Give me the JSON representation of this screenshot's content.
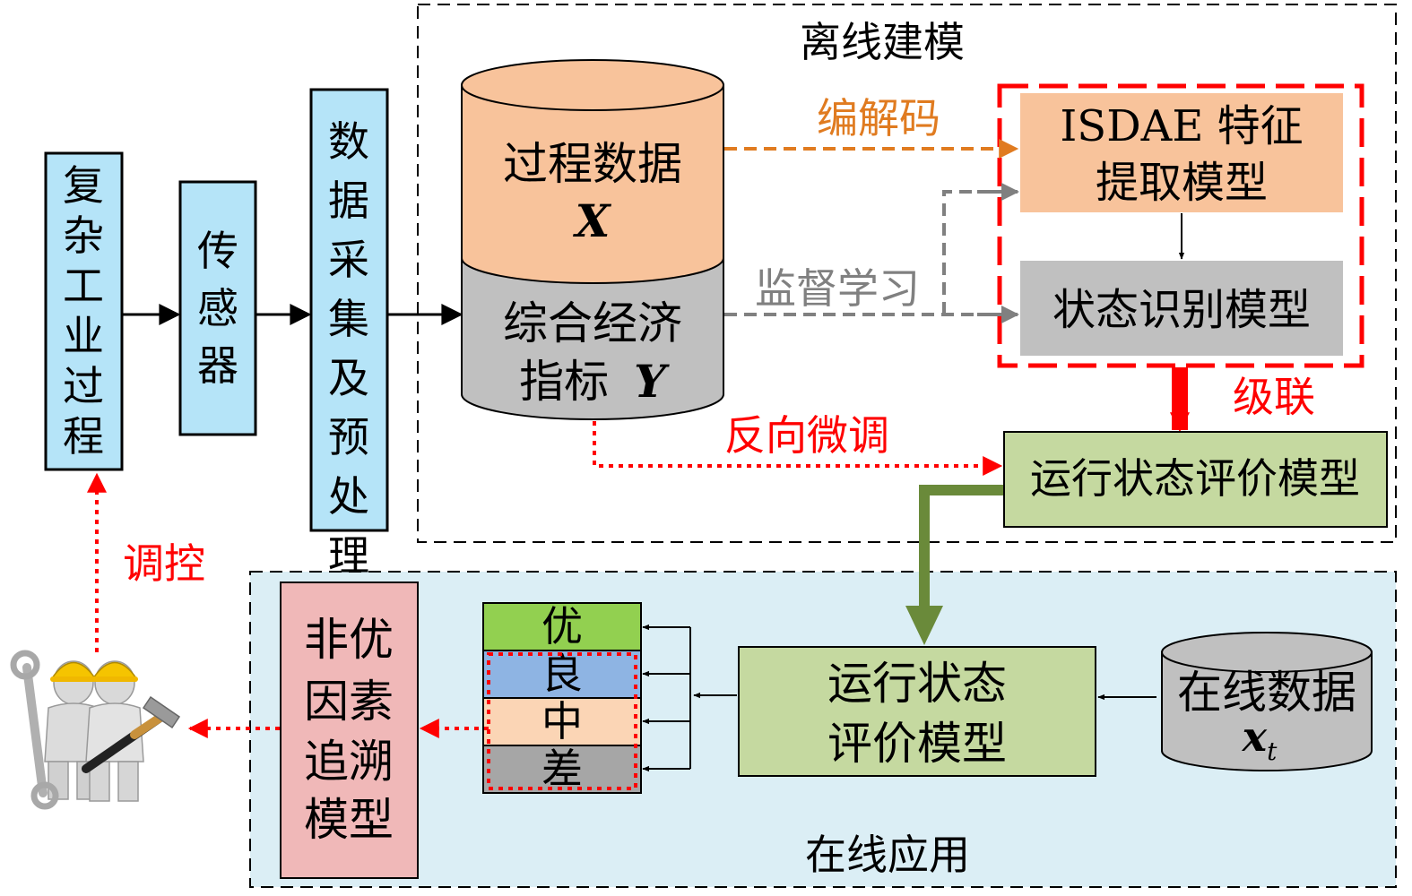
{
  "regions": {
    "offline": "离线建模",
    "online": "在线应用"
  },
  "process_chain": {
    "industrial_process": "复杂工业过程",
    "sensor": "传感器",
    "data_acquisition": "数据采集及预处理"
  },
  "database": {
    "process_data": "过程数据",
    "process_symbol": "X",
    "indicator": "综合经济",
    "indicator_2": "指标",
    "indicator_symbol": "Y"
  },
  "models": {
    "isdae_line1": "ISDAE 特征",
    "isdae_line2": "提取模型",
    "state_recognition": "状态识别模型",
    "evaluation": "运行状态评价模型",
    "online_eval_line1": "运行状态",
    "online_eval_line2": "评价模型",
    "traceback": [
      "非优",
      "因素",
      "追溯",
      "模型"
    ]
  },
  "online_data": {
    "label": "在线数据",
    "symbol": "x",
    "subscript": "t"
  },
  "grades": [
    "优",
    "良",
    "中",
    "差"
  ],
  "arrows": {
    "encode_decode": "编解码",
    "supervised": "监督学习",
    "cascade": "级联",
    "finetune": "反向微调",
    "control": "调控"
  },
  "colors": {
    "blue_box": "#b5e4f8",
    "orange_fill": "#f8c39b",
    "gray_fill": "#c0c0c0",
    "green_fill": "#c5d9a0",
    "pink_fill": "#f0b8b8",
    "online_bg": "#dbeef5",
    "excellent": "#92d050",
    "good": "#8eb4e3",
    "medium": "#fbd5b5",
    "poor": "#a6a6a6",
    "red": "#ff0000",
    "orange_text": "#e07b20",
    "gray_text": "#808080",
    "dark_green": "#6a8a3a"
  }
}
